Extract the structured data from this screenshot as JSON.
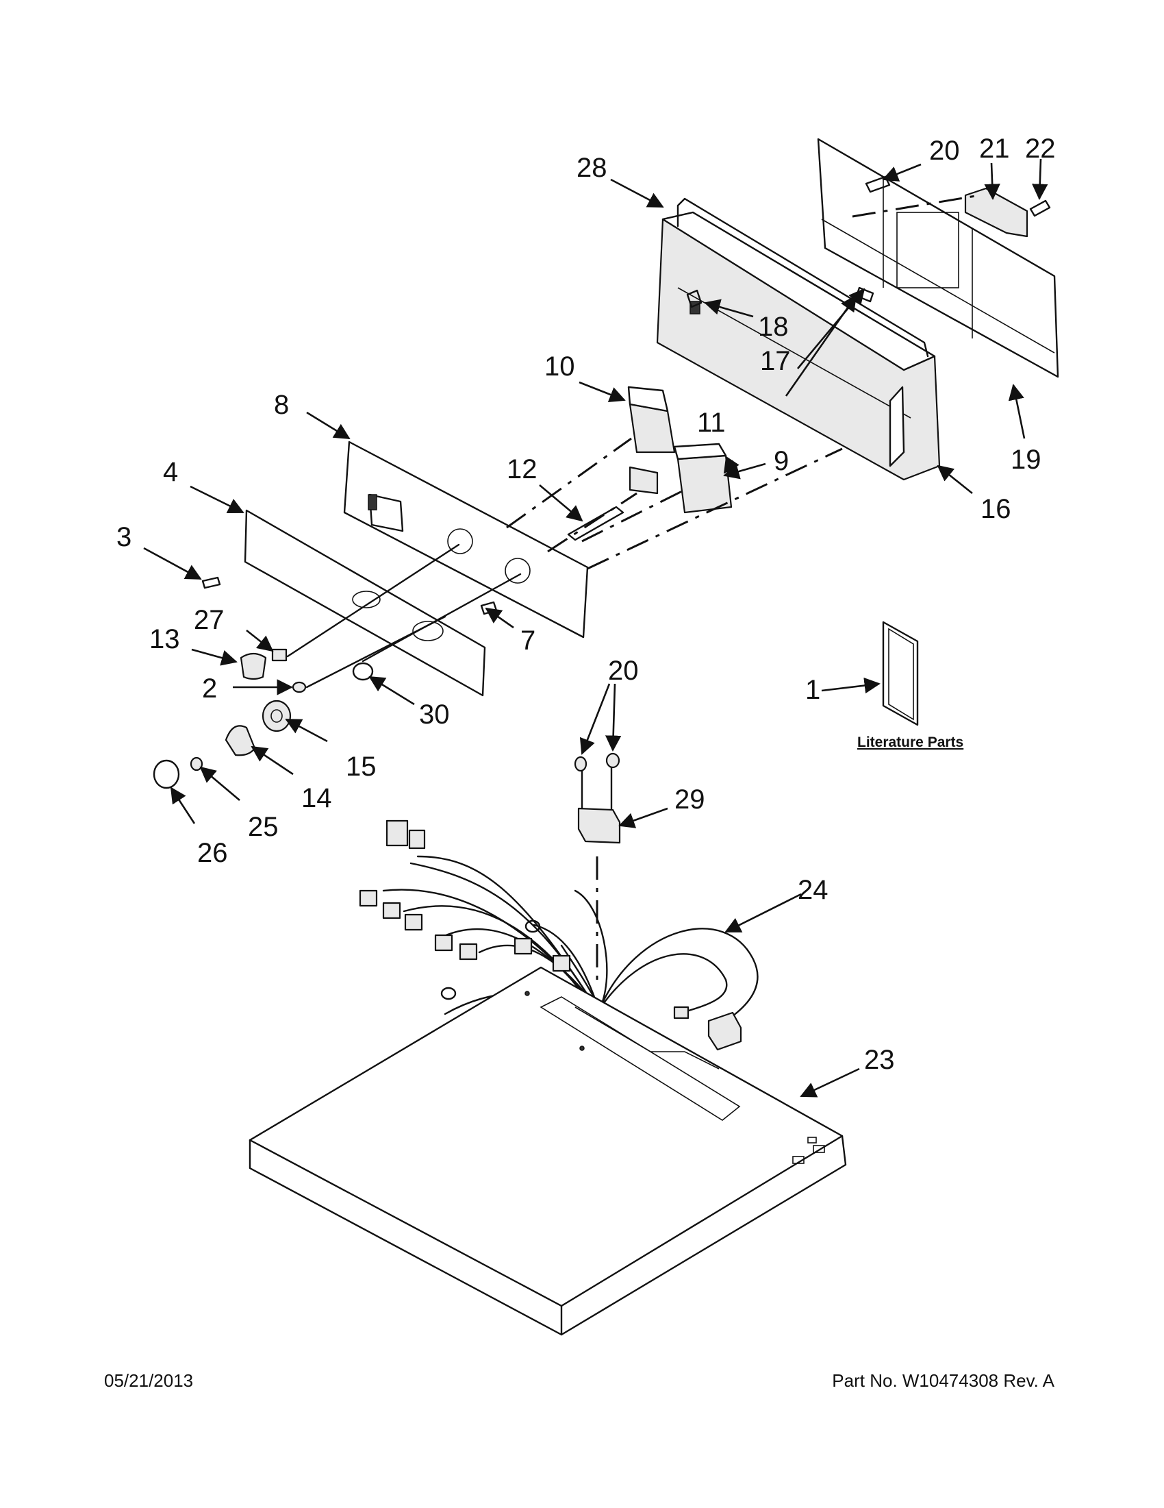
{
  "callouts": {
    "c1": "1",
    "c2": "2",
    "c3": "3",
    "c4": "4",
    "c7": "7",
    "c8": "8",
    "c9": "9",
    "c10": "10",
    "c11": "11",
    "c12": "12",
    "c13": "13",
    "c14": "14",
    "c15": "15",
    "c16": "16",
    "c17": "17",
    "c18": "18",
    "c19": "19",
    "c20a": "20",
    "c20b": "20",
    "c21": "21",
    "c22": "22",
    "c23": "23",
    "c24": "24",
    "c25": "25",
    "c26": "26",
    "c27": "27",
    "c28": "28",
    "c29": "29",
    "c30": "30"
  },
  "literature_label": "Literature Parts",
  "footer": {
    "date": "05/21/2013",
    "part_no": "Part No.  W10474308  Rev.  A"
  }
}
